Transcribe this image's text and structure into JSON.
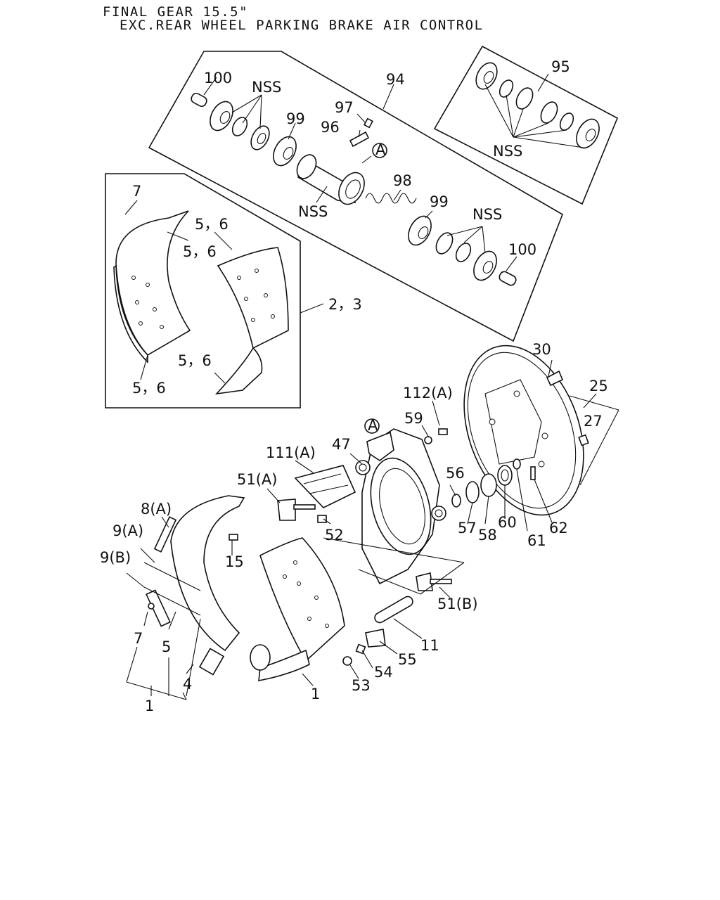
{
  "title": {
    "line1": "FINAL GEAR 15.5\"",
    "line2": "EXC.REAR WHEEL PARKING BRAKE AIR CONTROL"
  },
  "callouts": {
    "c100a": "100",
    "nss_a": "NSS",
    "c99a": "99",
    "c97": "97",
    "c96": "96",
    "circA_top": "A",
    "c94": "94",
    "c95": "95",
    "nss_b": "NSS",
    "nss_c": "NSS",
    "c98": "98",
    "c99b": "99",
    "nss_d": "NSS",
    "c100b": "100",
    "c7a": "7",
    "c56a": "5，6",
    "c56b": "5，6",
    "c23": "2，3",
    "c56c": "5，6",
    "c56d": "5，6",
    "c30": "30",
    "c25": "25",
    "c27": "27",
    "c112": "112(A)",
    "c59": "59",
    "circA_low": "A",
    "c47": "47",
    "c111": "111(A)",
    "c51a": "51(A)",
    "c8": "8(A)",
    "c9a": "9(A)",
    "c9b": "9(B)",
    "c15": "15",
    "c52": "52",
    "c56": "56",
    "c57": "57",
    "c58": "58",
    "c60": "60",
    "c61": "61",
    "c62": "62",
    "c51b": "51(B)",
    "c11": "11",
    "c55": "55",
    "c54": "54",
    "c53": "53",
    "c7b": "7",
    "c5": "5",
    "c4": "4",
    "c1a": "1",
    "c1b": "1"
  }
}
